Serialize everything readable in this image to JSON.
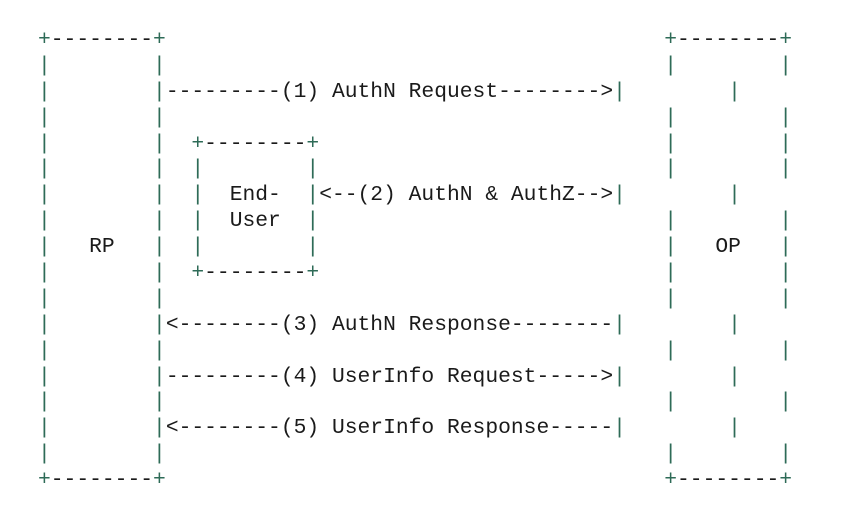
{
  "diagram": {
    "lines": [
      "+--------+                                       +--------+",
      "|        |                                       |        |",
      "|        |---------(1) AuthN Request-------->|        |",
      "|        |                                       |        |",
      "|        |  +--------+                           |        |",
      "|        |  |        |                           |        |",
      "|        |  |  End-  |<--(2) AuthN & AuthZ-->|        |",
      "|        |  |  User  |                           |        |",
      "|   RP   |  |        |                           |   OP   |",
      "|        |  +--------+                           |        |",
      "|        |                                       |        |",
      "|        |<--------(3) AuthN Response--------|        |",
      "|        |                                       |        |",
      "|        |---------(4) UserInfo Request----->|        |",
      "|        |                                       |        |",
      "|        |<--------(5) UserInfo Response-----|        |",
      "|        |                                       |        |",
      "+--------+                                       +--------+"
    ],
    "labels": {
      "rp": "RP",
      "op": "OP",
      "end_user_1": "End-",
      "end_user_2": "User",
      "step1": "(1) AuthN Request",
      "step2": "(2) AuthN & AuthZ",
      "step3": "(3) AuthN Response",
      "step4": "(4) UserInfo Request",
      "step5": "(5) UserInfo Response"
    },
    "colors": {
      "frame": "#2e6b57",
      "text": "#1a1a1a",
      "background": "#ffffff"
    }
  }
}
